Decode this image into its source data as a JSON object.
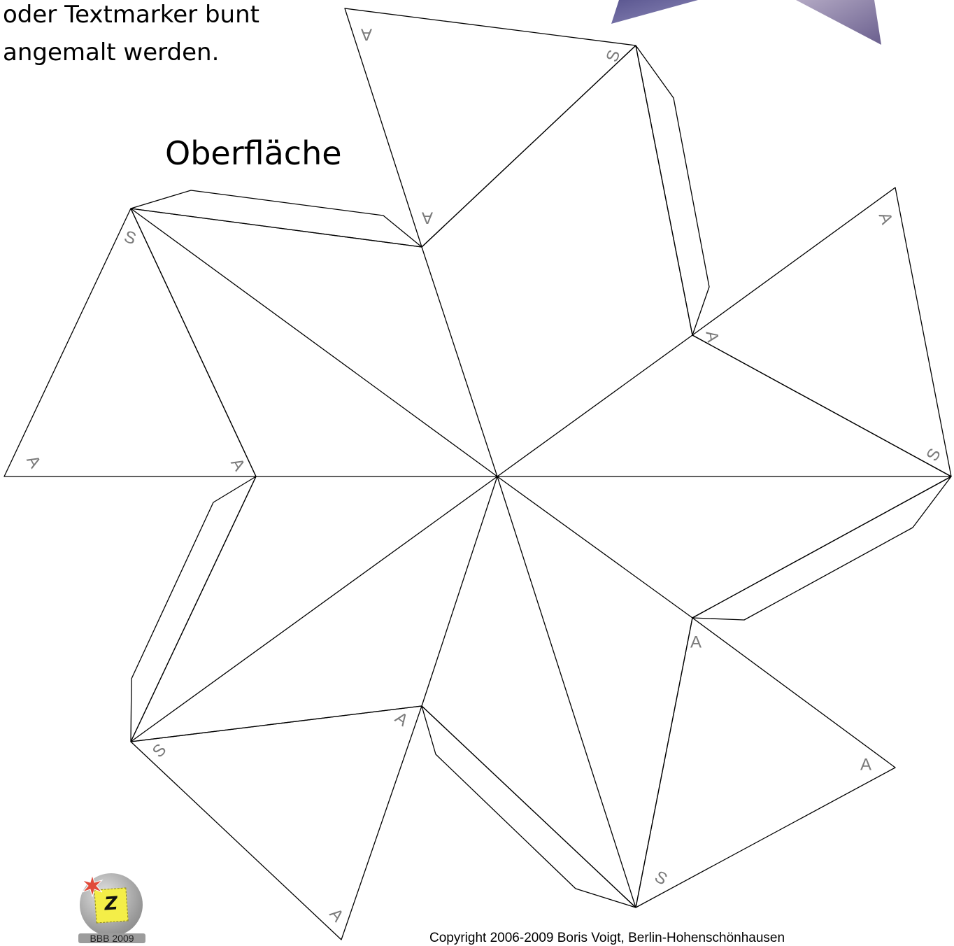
{
  "instructions": {
    "lines": [
      "oder Textmarker bunt",
      "angemalt werden."
    ]
  },
  "heading": "Oberfläche",
  "net_labels": {
    "apex_mark": "S",
    "base_mark": "A"
  },
  "logo": {
    "letter": "Z",
    "caption": "BBB 2009"
  },
  "footer": {
    "copyright": "Copyright  2006-2009 Boris Voigt, Berlin-Hohenschönhausen"
  },
  "colors": {
    "line": "#000000",
    "label": "#7a7a7a",
    "star_photo": "#6e6aa0"
  }
}
